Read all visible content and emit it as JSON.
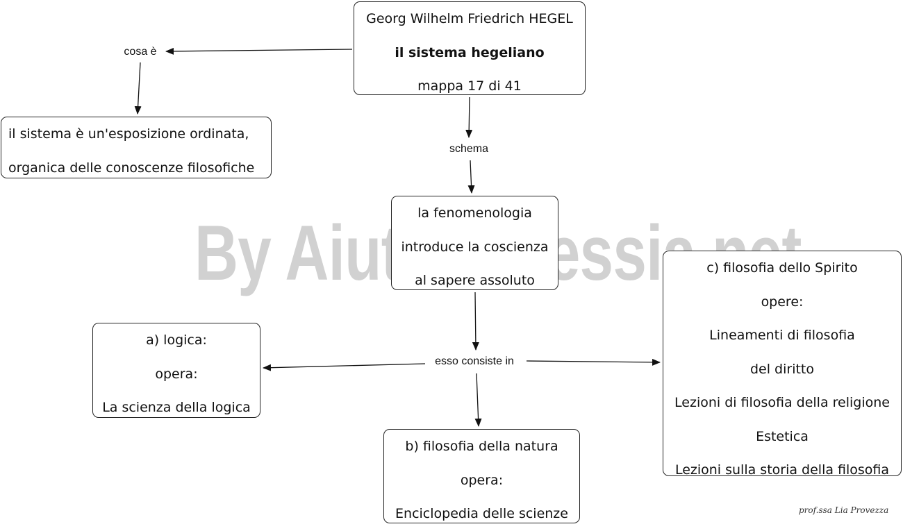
{
  "nodes": {
    "title": {
      "author": "Georg Wilhelm Friedrich HEGEL",
      "subject": "il sistema hegeliano",
      "map_number": "mappa 17 di 41"
    },
    "definition": {
      "line1": "il sistema è un'esposizione ordinata,",
      "line2": "organica delle conoscenze filosofiche"
    },
    "phenomenology": {
      "line1": "la fenomenologia",
      "line2": "introduce la coscienza",
      "line3": "al sapere assoluto"
    },
    "logic": {
      "line1": "a) logica:",
      "line2": "opera:",
      "line3": "La scienza della logica"
    },
    "nature": {
      "line1": "b) filosofia della natura",
      "line2": "opera:",
      "line3": "Enciclopedia delle scienze"
    },
    "spirit": {
      "line1": "c) filosofia dello Spirito",
      "line2": "opere:",
      "line3": "Lineamenti di filosofia",
      "line4": "del diritto",
      "line5": "Lezioni di filosofia della religione",
      "line6": "Estetica",
      "line7": "Lezioni sulla storia della filosofia"
    }
  },
  "links": {
    "what_is": "cosa è",
    "schema": "schema",
    "consists_in": "esso consiste in"
  },
  "watermark": "By AiutoDislessia.net",
  "signature": "prof.ssa Lia Provezza",
  "colors": {
    "line": "#111111",
    "border": "#222222",
    "watermark": "#9a9a9a"
  }
}
